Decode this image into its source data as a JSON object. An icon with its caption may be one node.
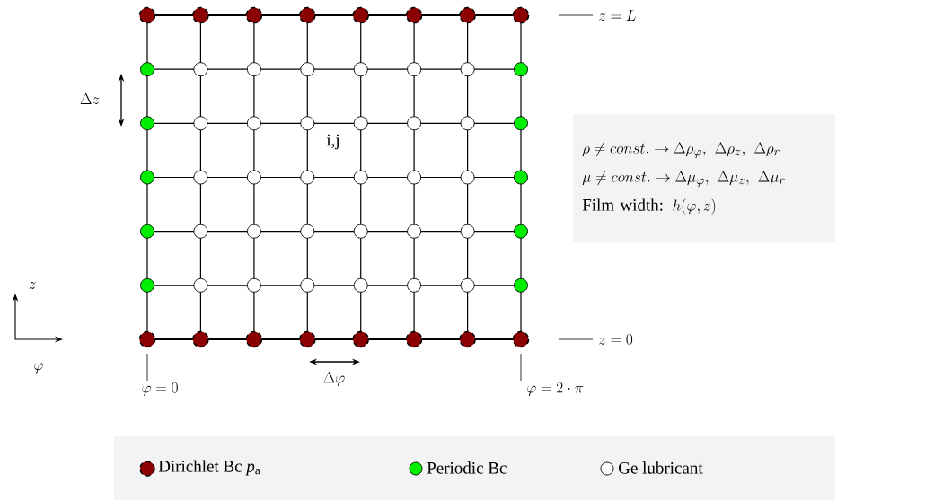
{
  "diagram": {
    "nodes": [
      {
        "text": [
          "\\rho \\neq const. \\to \\Delta\\rho_\\varphi,\\ \\Delta\\rho_z,\\ \\Delta\\rho_r",
          "\\mu \\neq const. \\to \\Delta\\mu_\\varphi,\\ \\Delta\\mu_z,\\ \\Delta\\mu_r",
          "\\mbox{Film width: } h(\\varphi, z)"
        ]
      },
      {
        "text": [
          "z = L"
        ]
      },
      {
        "text": [
          "z = 0"
        ]
      },
      {
        "text": [
          "\\varphi = 0"
        ]
      },
      {
        "text": [
          "\\varphi = 2 \\cdot \\pi"
        ]
      }
    ],
    "edges": [
      {
        "from": 1,
        "to": null,
        "arrow": "none"
      },
      {
        "from": 2,
        "to": null,
        "arrow": "none"
      },
      {
        "from": 3,
        "to": null,
        "arrow": "none"
      },
      {
        "from": 4,
        "to": null,
        "arrow": "none"
      }
    ],
    "labels": [
      "\\Delta z",
      "i,j",
      "\\Delta\\varphi",
      "z",
      "\\varphi"
    ],
    "legend": [
      {
        "text": "Dirichlet Bc *p*$_{a}$",
        "color": "#8b0000"
      },
      {
        "text": "Periodic Bc",
        "color": "#00ee00"
      },
      {
        "text": "Ge lubricant",
        "color": "#ffffff"
      }
    ]
  }
}
